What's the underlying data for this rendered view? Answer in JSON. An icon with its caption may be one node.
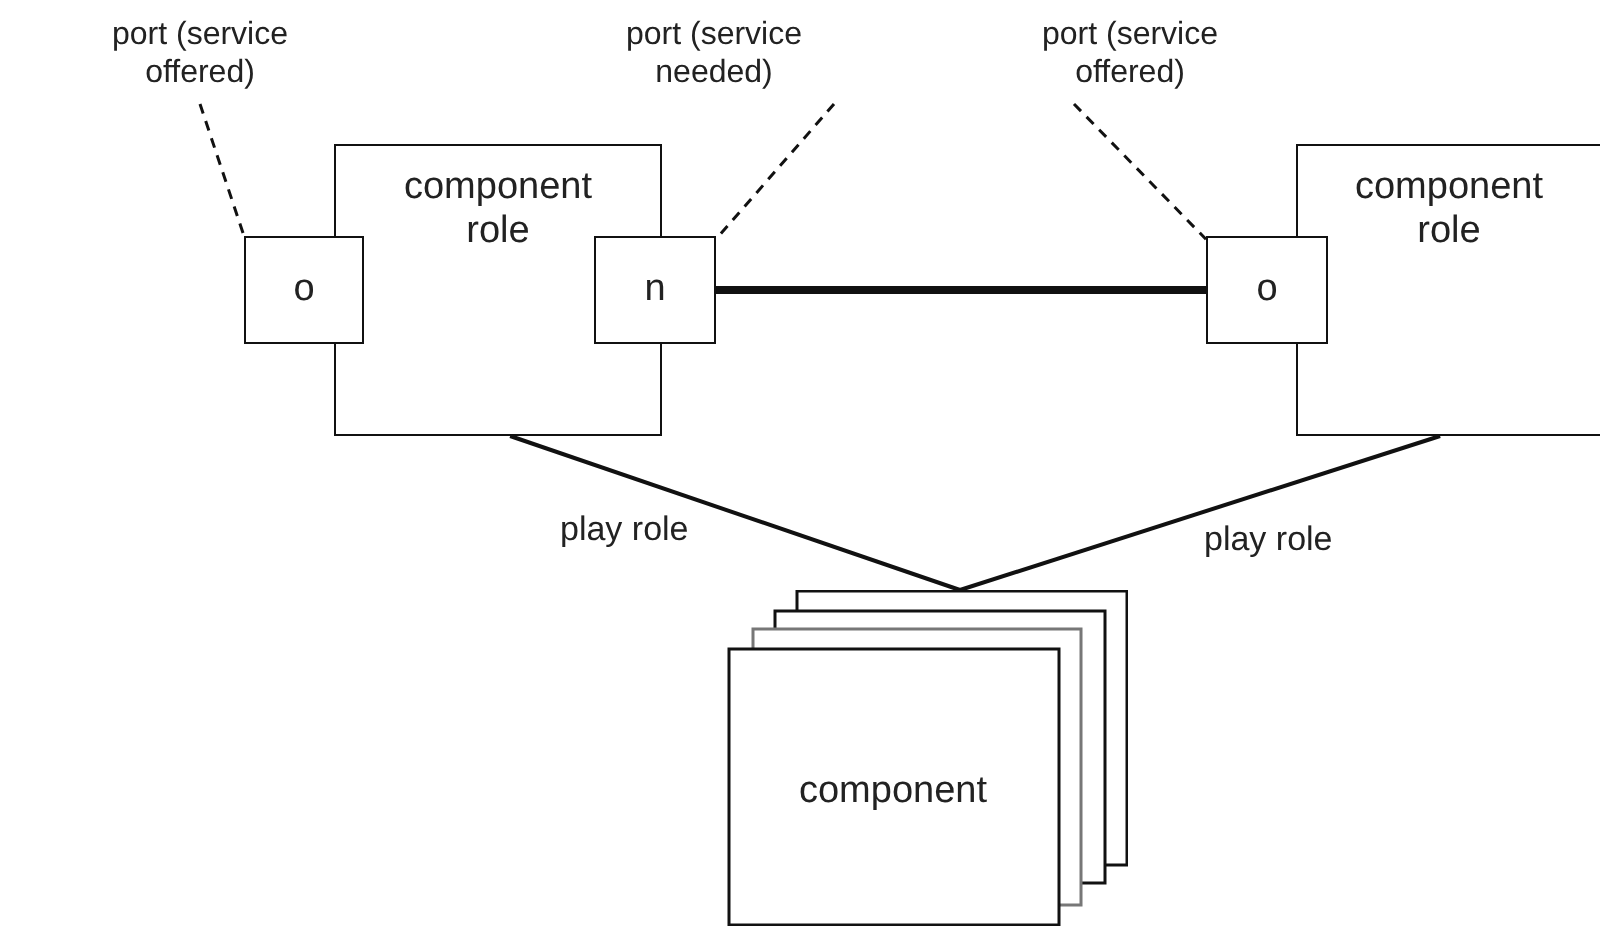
{
  "diagram": {
    "nodes": [
      {
        "text": [
          "component role"
        ]
      },
      {
        "text": [
          "o"
        ]
      },
      {
        "text": [
          "n"
        ]
      },
      {
        "text": [
          "component role"
        ]
      },
      {
        "text": [
          "o"
        ]
      },
      {
        "text": [
          "port (service offered)"
        ]
      },
      {
        "text": [
          "port (service needed)"
        ]
      },
      {
        "text": [
          "port (service offered)"
        ]
      },
      {
        "text": [
          "component"
        ]
      }
    ],
    "edges": [
      {
        "from": 5,
        "to": 1,
        "arrow": "none",
        "style": "dashed"
      },
      {
        "from": 6,
        "to": 2,
        "arrow": "none",
        "style": "dashed"
      },
      {
        "from": 7,
        "to": 4,
        "arrow": "none",
        "style": "dashed"
      },
      {
        "from": 2,
        "to": 4,
        "arrow": "none",
        "style": "thick"
      },
      {
        "from": 0,
        "to": 8,
        "arrow": "none",
        "label": "play role"
      },
      {
        "from": 3,
        "to": 8,
        "arrow": "none",
        "label": "play role"
      }
    ]
  }
}
